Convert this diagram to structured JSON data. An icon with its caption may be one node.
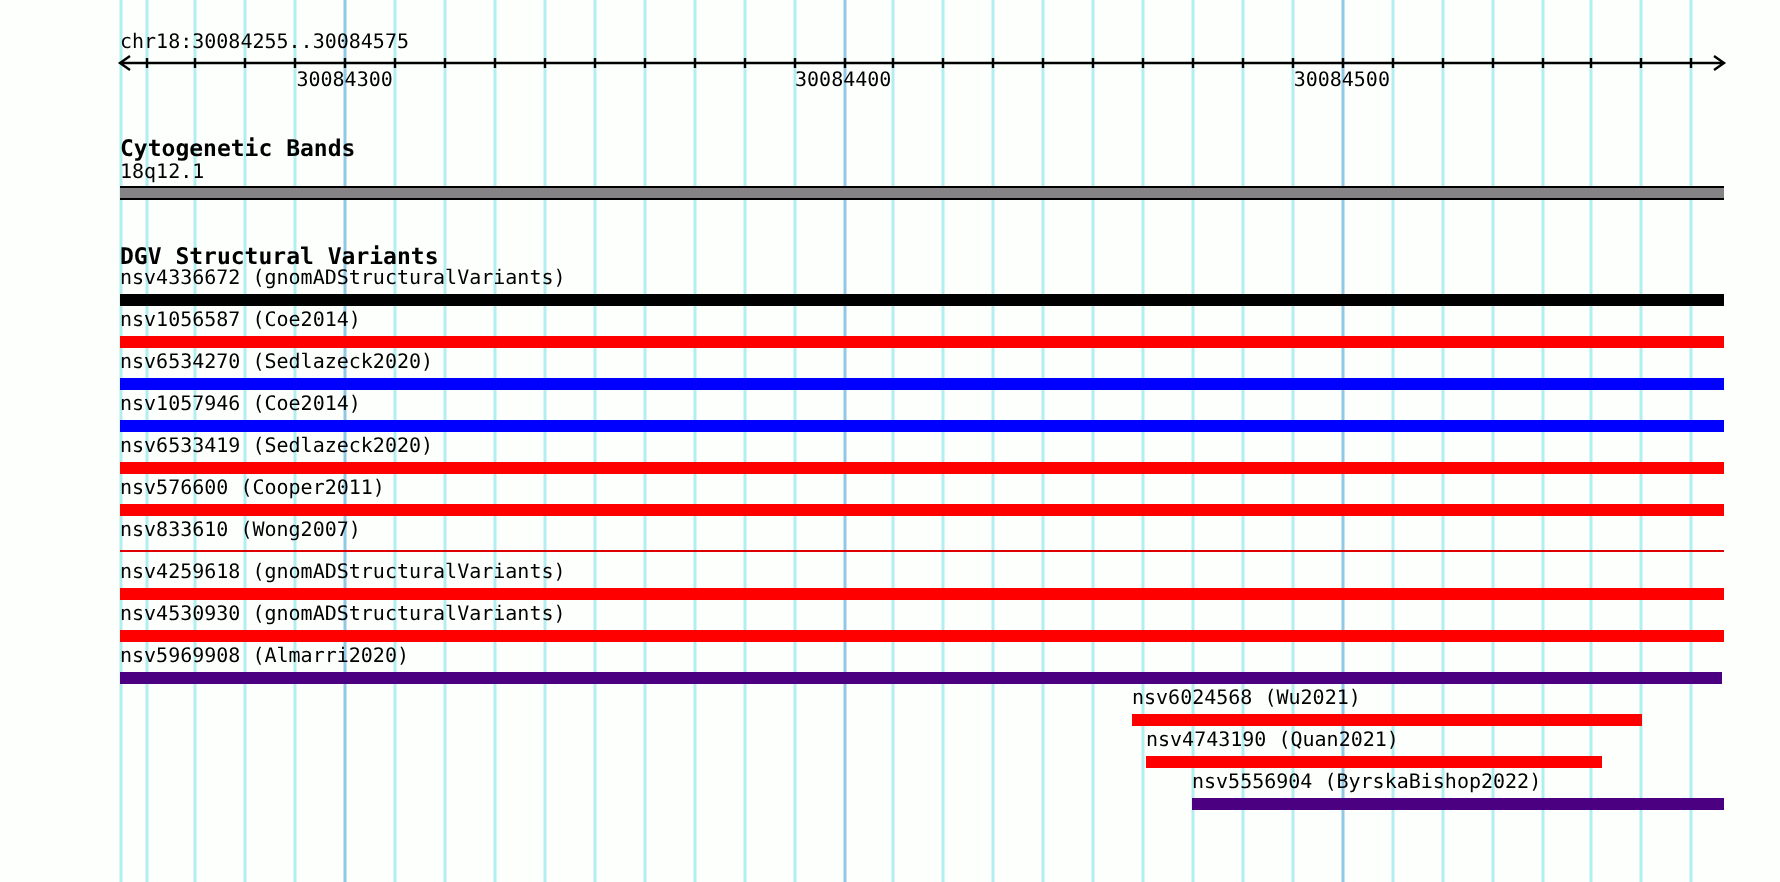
{
  "diagram": {
    "nodes": [
      {
        "text": [
          "18q12.1"
        ]
      },
      {
        "text": [
          "nsv4336672 (gnomADStructuralVariants)"
        ]
      },
      {
        "text": [
          "nsv1056587 (Coe2014)"
        ]
      },
      {
        "text": [
          "nsv6534270 (Sedlazeck2020)"
        ]
      },
      {
        "text": [
          "nsv1057946 (Coe2014)"
        ]
      },
      {
        "text": [
          "nsv6533419 (Sedlazeck2020)"
        ]
      },
      {
        "text": [
          "nsv576600 (Cooper2011)"
        ]
      },
      {
        "text": [
          "nsv833610 (Wong2007)"
        ]
      },
      {
        "text": [
          "nsv4259618 (gnomADStructuralVariants)"
        ]
      },
      {
        "text": [
          "nsv4530930 (gnomADStructuralVariants)"
        ]
      },
      {
        "text": [
          "nsv5969908 (Almarri2020)"
        ]
      },
      {
        "text": [
          "nsv6024568 (Wu2021)"
        ]
      },
      {
        "text": [
          "nsv4743190 (Quan2021)"
        ]
      },
      {
        "text": [
          "nsv5556904 (ByrskaBishop2022)"
        ]
      }
    ],
    "labels": [
      "chr18:30084255..30084575",
      "30084300",
      "30084400",
      "30084500",
      "Cytogenetic Bands",
      "DGV Structural Variants"
    ]
  }
}
